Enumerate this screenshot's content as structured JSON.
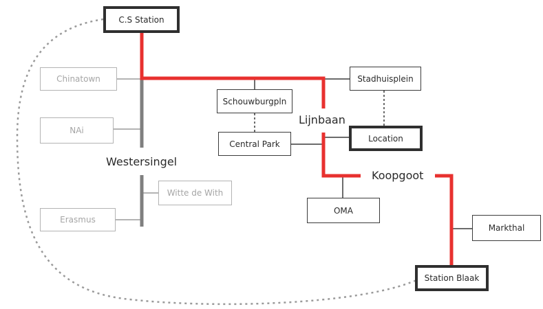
{
  "stations": {
    "cs_station": "C.S Station",
    "chinatown": "Chinatown",
    "nai": "NAi",
    "erasmus": "Erasmus",
    "witte_de_with": "Witte de With",
    "schouwburgpln": "Schouwburgpln",
    "central_park": "Central Park",
    "stadhuisplein": "Stadhuisplein",
    "location": "Location",
    "oma": "OMA",
    "markthal": "Markthal",
    "station_blaak": "Station Blaak"
  },
  "areas": {
    "westersingel": "Westersingel",
    "lijnbaan": "Lijnbaan",
    "koopgoot": "Koopgoot"
  },
  "colors": {
    "route_red": "#e8312f",
    "west_grey": "#7f7f7f",
    "connector": "#3a3a3a",
    "dotted": "#9a9a9a"
  }
}
